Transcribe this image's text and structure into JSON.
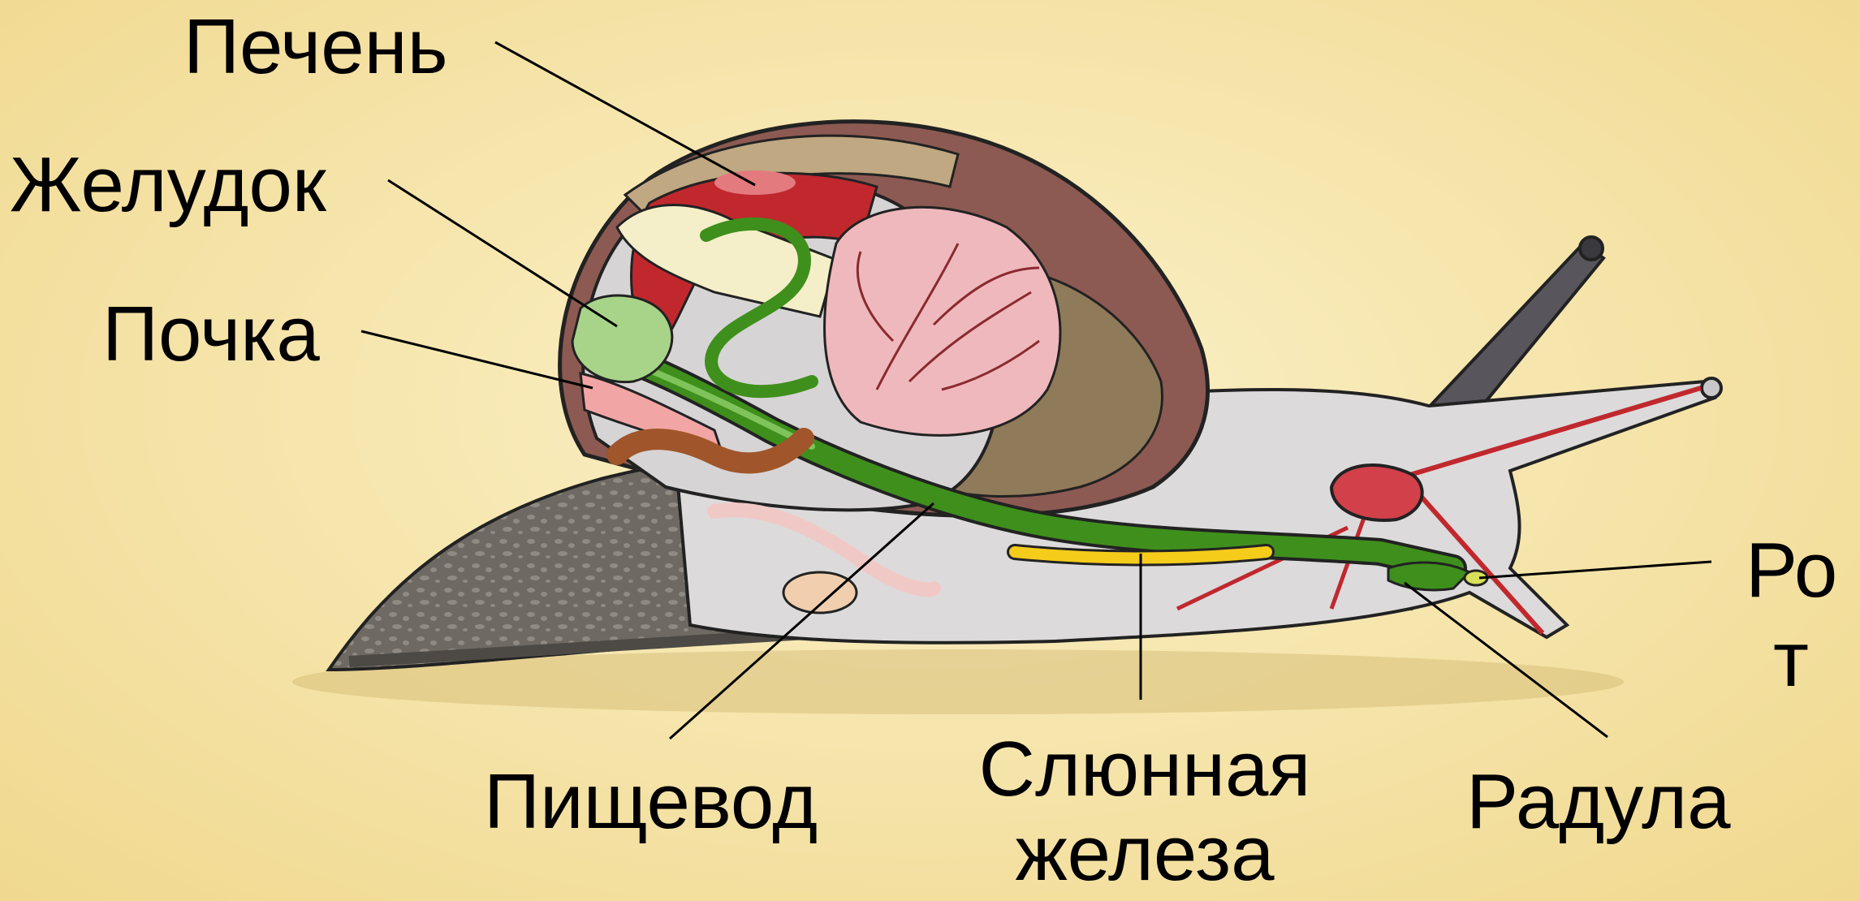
{
  "labels": {
    "liver": "Печень",
    "stomach": "Желудок",
    "kidney": "Почка",
    "esophagus": "Пищевод",
    "salivary_gland_line1": "Слюнная",
    "salivary_gland_line2": "железа",
    "radula": "Радула",
    "mouth_line1": "Ро",
    "mouth_line2": "т"
  },
  "colors": {
    "background": "#f6e6ae",
    "foot": "#6e6a63",
    "shell": "#8c5a52",
    "shell_band": "#bfa882",
    "body": "#dcdadb",
    "liver": "#c0282e",
    "stomach": "#a8d48a",
    "digestive_tract": "#3f8f1c",
    "kidney": "#f2a5a5",
    "lung": "#efb8bd",
    "salivary_gland": "#f5cc1a",
    "nerve_ganglion": "#d2404a",
    "intestine": "#a0562a"
  }
}
